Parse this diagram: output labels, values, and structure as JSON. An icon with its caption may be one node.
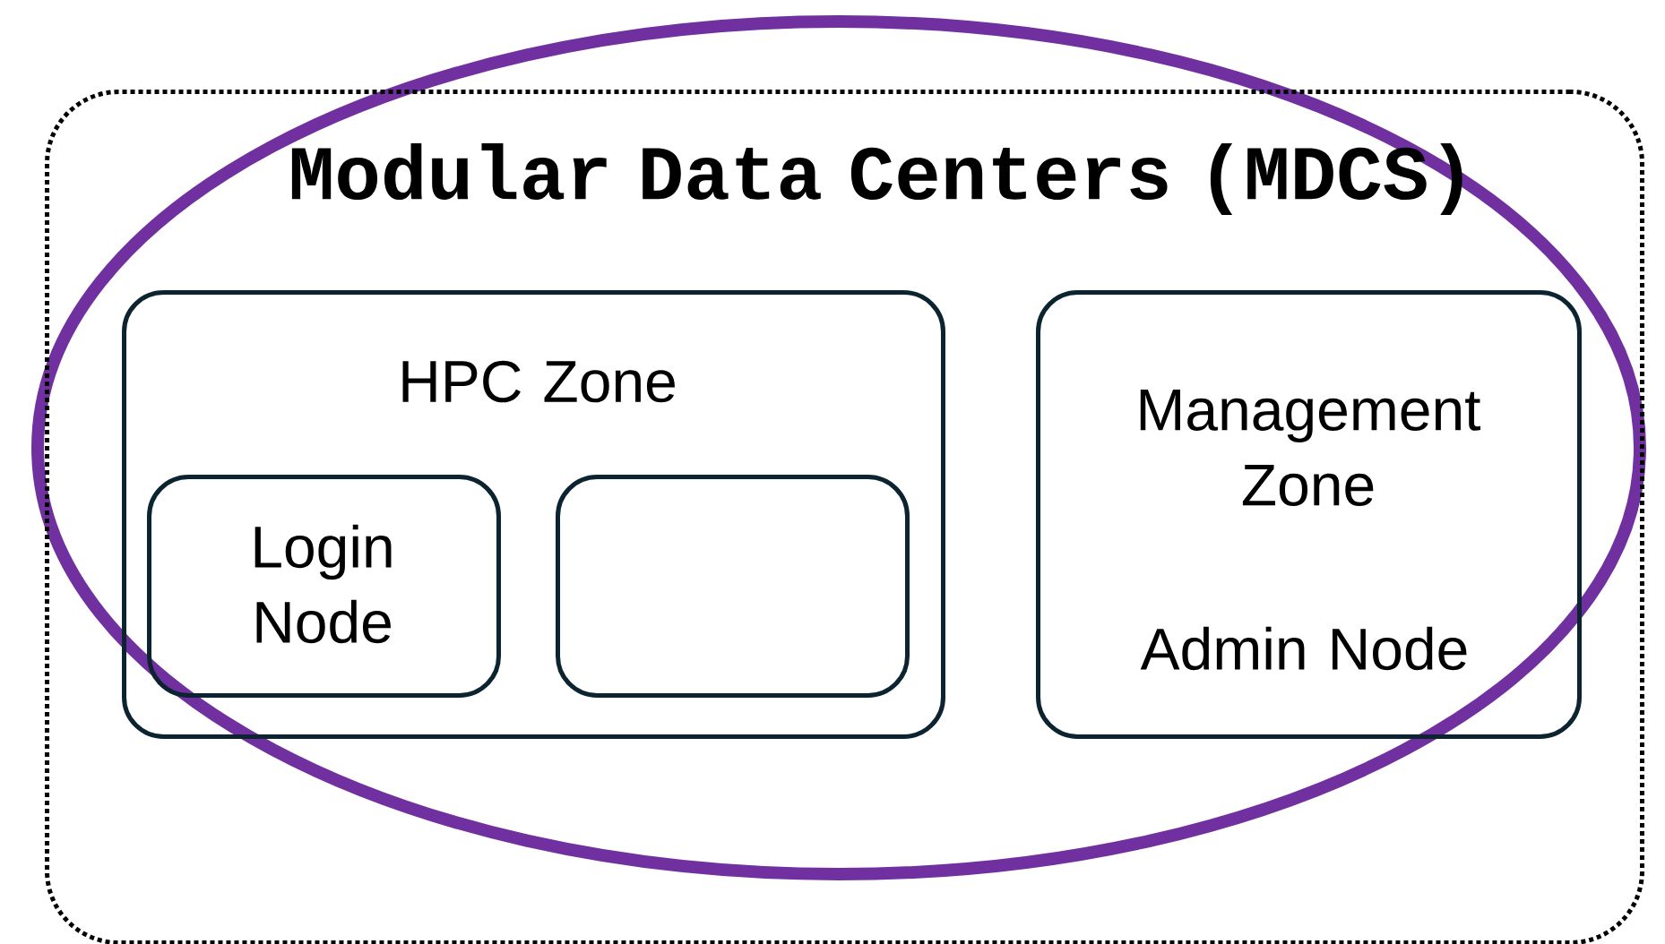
{
  "diagram": {
    "nodes": [
      {
        "text": [
          "Modular Data Centers (MDCS)"
        ]
      },
      {
        "text": [
          "HPC Zone"
        ],
        "in": 0
      },
      {
        "text": [
          "Login Node"
        ],
        "in": 1
      },
      {
        "text": [],
        "shape": "box",
        "in": 1
      },
      {
        "text": [
          "Management Zone",
          "Admin Node"
        ],
        "in": 0
      }
    ]
  }
}
